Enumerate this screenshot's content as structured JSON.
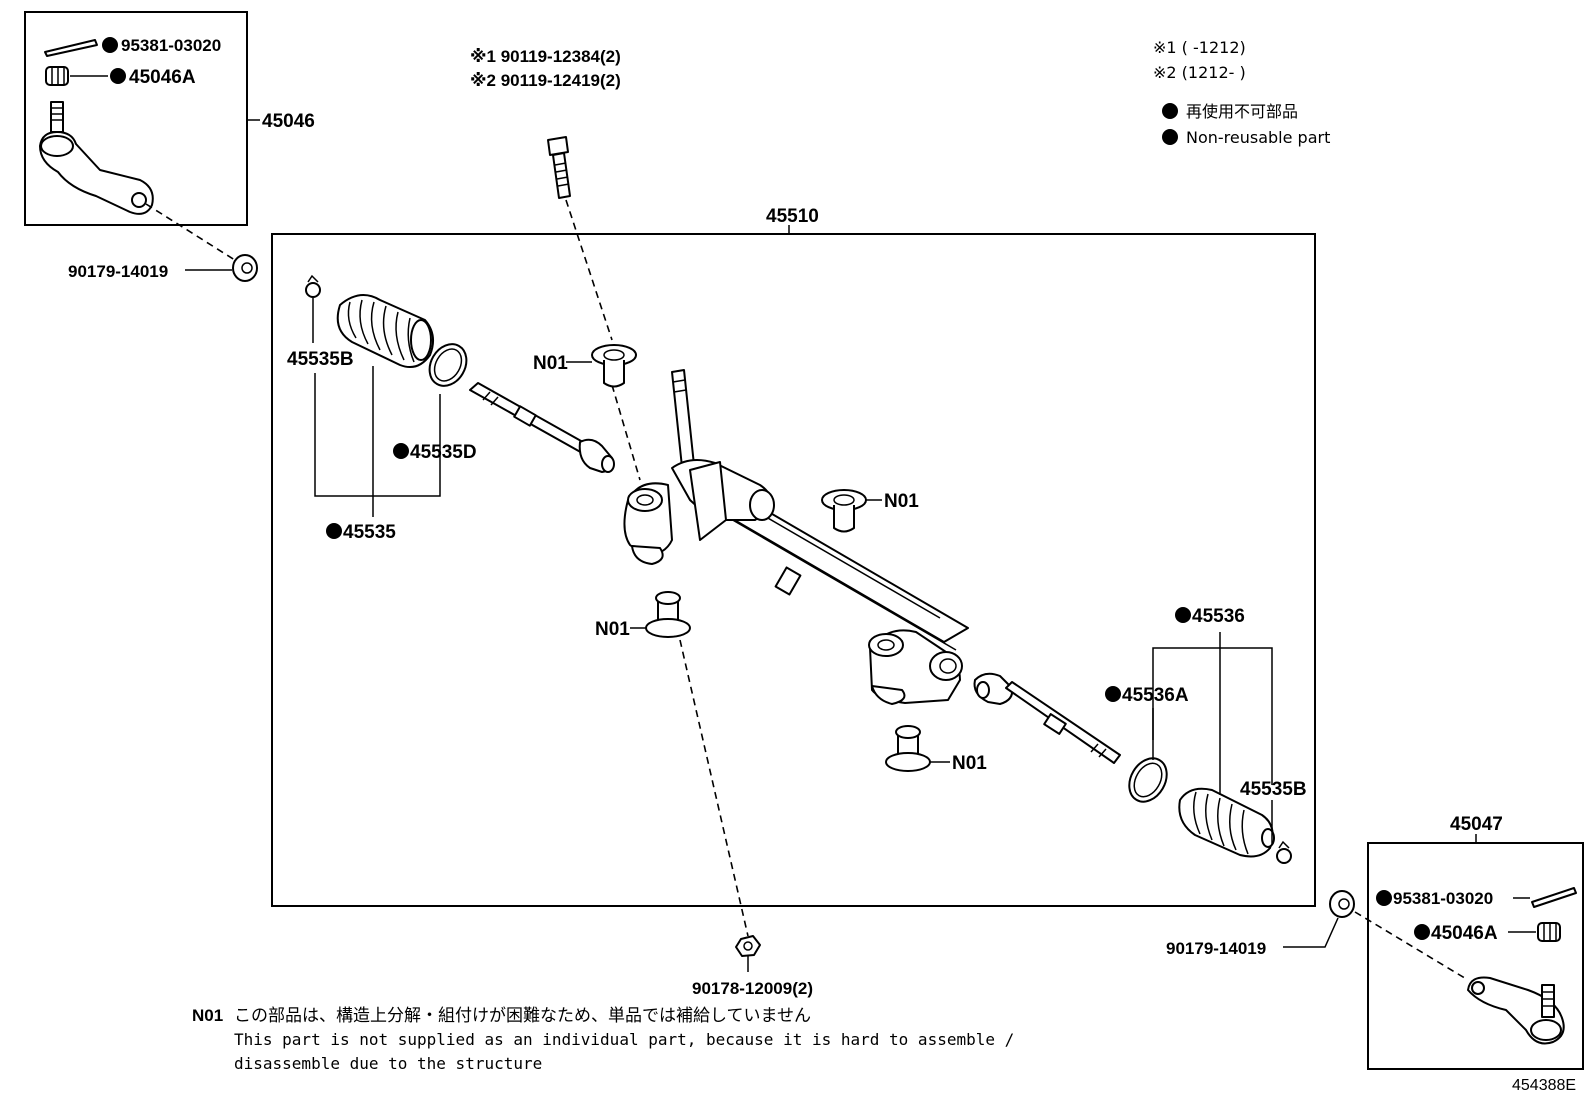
{
  "diagram": {
    "assembly_box": {
      "number": "45510"
    },
    "left_tie_rod_end_box": {
      "number": "45046",
      "cotter_pin": "95381-03020",
      "nut": "45046A"
    },
    "right_tie_rod_end_box": {
      "number": "45047",
      "cotter_pin": "95381-03020",
      "nut": "45046A"
    },
    "parts": {
      "nut_left": "90179-14019",
      "nut_right": "90179-14019",
      "bolt_line1": "※1 90119-12384(2)",
      "bolt_line2": "※2 90119-12419(2)",
      "bottom_nut": "90178-12009(2)",
      "clamp_left": "45535B",
      "clamp_right": "45535B",
      "ring_left": "45535D",
      "boot_kit_left": "45535",
      "boot_kit_right": "45536",
      "ring_right": "45536A",
      "bushing_1": "N01",
      "bushing_2": "N01",
      "bushing_3": "N01",
      "bushing_4": "N01"
    },
    "legend": {
      "serial_1": "※1 (     -1212)",
      "serial_2": "※2 (1212-     )",
      "non_reusable_jp": "再使用不可部品",
      "non_reusable_en": "Non-reusable part"
    },
    "note": {
      "code": "N01",
      "jp": "この部品は、構造上分解・組付けが困難なため、単品では補給していません",
      "en_line1": "This part is not supplied as an individual part, because it is hard to assemble /",
      "en_line2": "disassemble due to the structure"
    },
    "illustration_code": "454388E"
  }
}
